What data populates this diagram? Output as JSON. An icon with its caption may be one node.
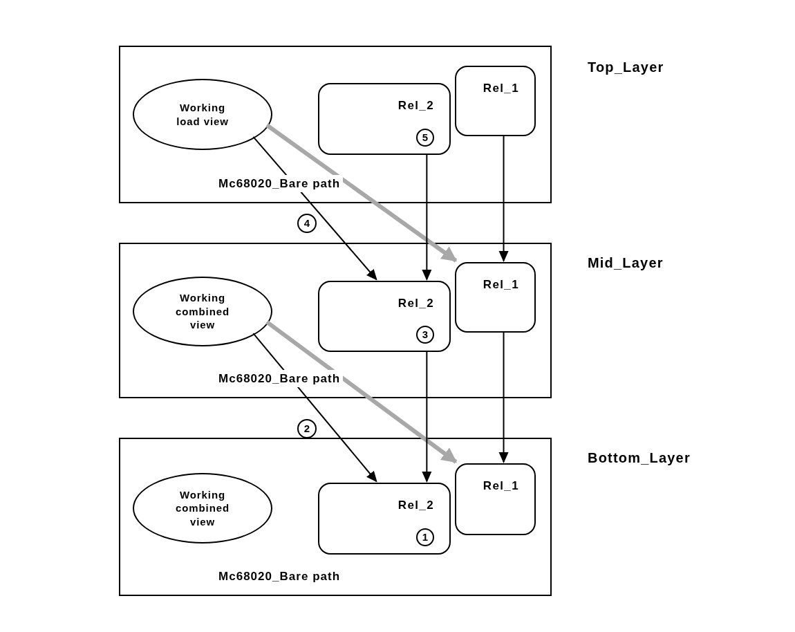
{
  "diagram": {
    "nodes": [
      {
        "text": [
          "Mc68020_Bare path"
        ],
        "beside": [
          "Top_Layer"
        ]
      },
      {
        "text": [
          "Working load view"
        ],
        "in": 0
      },
      {
        "text": [
          "Rel_1"
        ],
        "in": 0
      },
      {
        "text": [
          "Rel_2",
          "5"
        ],
        "in": 0
      },
      {
        "text": [
          "Mc68020_Bare path"
        ],
        "beside": [
          "Mid_Layer"
        ]
      },
      {
        "text": [
          "Working combined view"
        ],
        "in": 4
      },
      {
        "text": [
          "Rel_1"
        ],
        "in": 4
      },
      {
        "text": [
          "Rel_2",
          "3"
        ],
        "in": 4
      },
      {
        "text": [
          "Mc68020_Bare path"
        ],
        "beside": [
          "Bottom_Layer"
        ]
      },
      {
        "text": [
          "Working combined view"
        ],
        "in": 8
      },
      {
        "text": [
          "Rel_1"
        ],
        "in": 8
      },
      {
        "text": [
          "Rel_2",
          "1"
        ],
        "in": 8
      }
    ],
    "edges": [
      {
        "from": 1,
        "to": 7,
        "arrow": "to",
        "label": "4"
      },
      {
        "from": 1,
        "to": 6,
        "arrow": "to",
        "style": "thick",
        "color": "#a8a8a8"
      },
      {
        "from": 3,
        "to": 7,
        "arrow": "to"
      },
      {
        "from": 2,
        "to": 6,
        "arrow": "to"
      },
      {
        "from": 5,
        "to": 11,
        "arrow": "to",
        "label": "2"
      },
      {
        "from": 5,
        "to": 10,
        "arrow": "to",
        "style": "thick",
        "color": "#a8a8a8"
      },
      {
        "from": 7,
        "to": 11,
        "arrow": "to"
      },
      {
        "from": 6,
        "to": 10,
        "arrow": "to"
      }
    ]
  }
}
